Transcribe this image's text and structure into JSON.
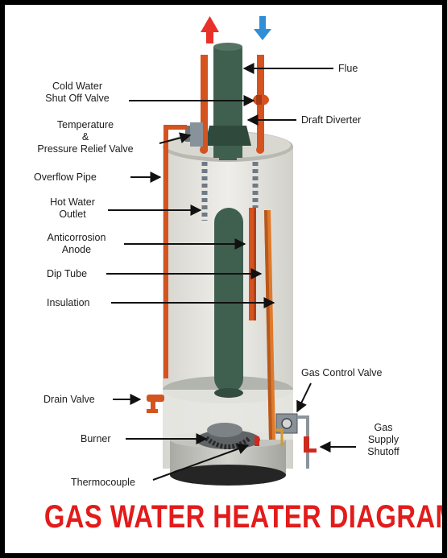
{
  "labels": {
    "flue": "Flue",
    "cold_water_shutoff": [
      "Cold Water",
      "Shut Off Valve"
    ],
    "temp_pressure_relief": [
      "Temperature",
      "&",
      "Pressure Relief Valve"
    ],
    "draft_diverter": "Draft Diverter",
    "overflow_pipe": "Overflow Pipe",
    "hot_water_outlet": [
      "Hot Water",
      "Outlet"
    ],
    "anticorrosion_anode": [
      "Anticorrosion",
      "Anode"
    ],
    "dip_tube": "Dip Tube",
    "insulation": "Insulation",
    "gas_control_valve": "Gas Control Valve",
    "drain_valve": "Drain Valve",
    "gas_supply_shutoff": [
      "Gas",
      "Supply",
      "Shutoff"
    ],
    "burner": "Burner",
    "thermocouple": "Thermocouple"
  },
  "title": "GAS WATER HEATER DIAGRAM",
  "colors": {
    "title_red": "#e21b1b",
    "pipe_orange": "#d4531f",
    "flue_green": "#3f5f4f",
    "hot_arrow_red": "#e8312a",
    "cold_arrow_blue": "#2f8fd6",
    "tank_gray": "#d9d8d2"
  }
}
